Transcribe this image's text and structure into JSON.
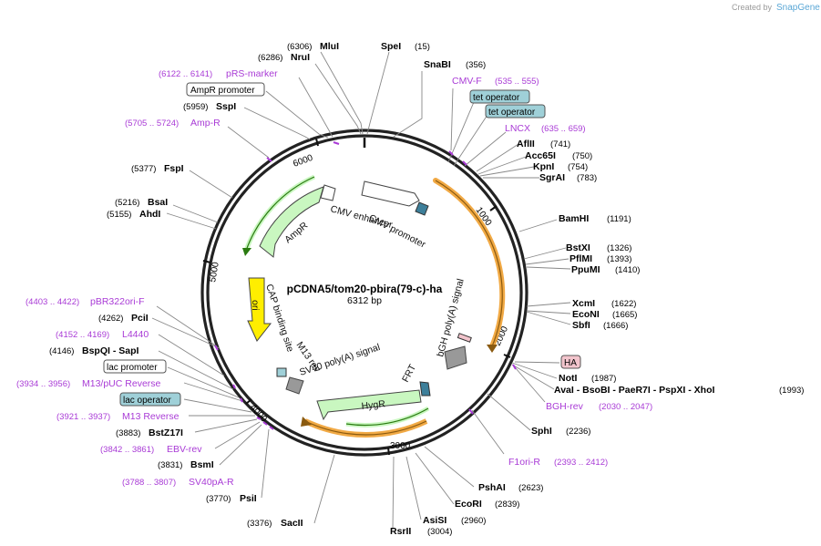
{
  "credit": {
    "prefix": "Created by",
    "brand": "SnapGene"
  },
  "map": {
    "name": "pCDNA5/tom20-pbira(79-c)-ha",
    "length": "6312 bp",
    "total_bp": 6312,
    "ticks": [
      "1000",
      "2000",
      "3000",
      "4000",
      "5000",
      "6000"
    ]
  },
  "enzymes": [
    {
      "name": "MluI",
      "pos": "(6306)"
    },
    {
      "name": "NruI",
      "pos": "(6286)"
    },
    {
      "name": "SpeI",
      "pos": "(15)"
    },
    {
      "name": "SnaBI",
      "pos": "(356)"
    },
    {
      "name": "AflII",
      "pos": "(741)"
    },
    {
      "name": "Acc65I",
      "pos": "(750)"
    },
    {
      "name": "KpnI",
      "pos": "(754)"
    },
    {
      "name": "SgrAI",
      "pos": "(783)"
    },
    {
      "name": "BamHI",
      "pos": "(1191)"
    },
    {
      "name": "BstXI",
      "pos": "(1326)"
    },
    {
      "name": "PflMI",
      "pos": "(1393)"
    },
    {
      "name": "PpuMI",
      "pos": "(1410)"
    },
    {
      "name": "XcmI",
      "pos": "(1622)"
    },
    {
      "name": "EcoNI",
      "pos": "(1665)"
    },
    {
      "name": "SbfI",
      "pos": "(1666)"
    },
    {
      "name": "NotI",
      "pos": "(1987)"
    },
    {
      "name": "AvaI - BsoBI - PaeR7I - PspXI - XhoI",
      "pos": "(1993)"
    },
    {
      "name": "SphI",
      "pos": "(2236)"
    },
    {
      "name": "PshAI",
      "pos": "(2623)"
    },
    {
      "name": "EcoRI",
      "pos": "(2839)"
    },
    {
      "name": "AsiSI",
      "pos": "(2960)"
    },
    {
      "name": "RsrII",
      "pos": "(3004)"
    },
    {
      "name": "SacII",
      "pos": "(3376)"
    },
    {
      "name": "PsiI",
      "pos": "(3770)"
    },
    {
      "name": "BsmI",
      "pos": "(3831)"
    },
    {
      "name": "BstZ17I",
      "pos": "(3883)"
    },
    {
      "name": "BspQI - SapI",
      "pos": "(4146)"
    },
    {
      "name": "PciI",
      "pos": "(4262)"
    },
    {
      "name": "AhdI",
      "pos": "(5155)"
    },
    {
      "name": "BsaI",
      "pos": "(5216)"
    },
    {
      "name": "FspI",
      "pos": "(5377)"
    },
    {
      "name": "SspI",
      "pos": "(5959)"
    }
  ],
  "features": [
    {
      "name": "pRS-marker",
      "pos": "(6122 .. 6141)"
    },
    {
      "name": "Amp-R",
      "pos": "(5705 .. 5724)"
    },
    {
      "name": "CMV-F",
      "pos": "(535 .. 555)"
    },
    {
      "name": "LNCX",
      "pos": "(635 .. 659)"
    },
    {
      "name": "BGH-rev",
      "pos": "(2030 .. 2047)"
    },
    {
      "name": "F1ori-R",
      "pos": "(2393 .. 2412)"
    },
    {
      "name": "pBR322ori-F",
      "pos": "(4403 .. 4422)"
    },
    {
      "name": "L4440",
      "pos": "(4152 .. 4169)"
    },
    {
      "name": "M13/pUC Reverse",
      "pos": "(3934 .. 3956)"
    },
    {
      "name": "M13 Reverse",
      "pos": "(3921 .. 3937)"
    },
    {
      "name": "EBV-rev",
      "pos": "(3842 .. 3861)"
    },
    {
      "name": "SV40pA-R",
      "pos": "(3788 .. 3807)"
    }
  ],
  "boxed_labels": [
    {
      "name": "AmpR promoter",
      "fill": "#ffffff"
    },
    {
      "name": "tet operator",
      "fill": "#9fd0d8"
    },
    {
      "name": "tet operator",
      "fill": "#9fd0d8"
    },
    {
      "name": "HA",
      "fill": "#f2c4cc"
    },
    {
      "name": "lac promoter",
      "fill": "#ffffff"
    },
    {
      "name": "lac operator",
      "fill": "#9fd0d8"
    }
  ],
  "inner_labels": {
    "cmv_enhancer": "CMV enhancer",
    "cmv_promoter": "CMV promoter",
    "ampr": "AmpR",
    "ori": "ori",
    "cap_binding_site": "CAP binding site",
    "m13_rev": "M13 rev",
    "sv40_polya": "SV40 poly(A) signal",
    "frt": "FRT",
    "hygr": "HygR",
    "bgh_polya": "bGH poly(A) signal"
  },
  "colors": {
    "amp_fill": "#c9f7c0",
    "ori_fill": "#ffee00",
    "orange_track": "#f0a030",
    "feature_purple": "#a93bd6",
    "tet_box": "#9fd0d8",
    "ha_box": "#f2c4cc"
  }
}
